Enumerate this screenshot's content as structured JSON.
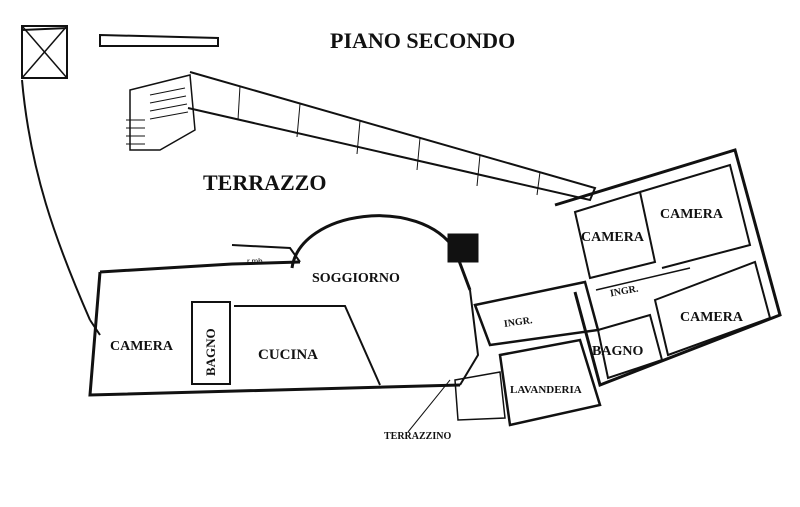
{
  "title": "PIANO SECONDO",
  "rooms": {
    "terrazzo": "TERRAZZO",
    "soggiorno": "SOGGIORNO",
    "camera_west": "CAMERA",
    "bagno_west": "BAGNO",
    "cucina": "CUCINA",
    "lavanderia": "LAVANDERIA",
    "terrazzino": "TERRAZZINO",
    "camera_north": "CAMERA",
    "camera_northeast": "CAMERA",
    "camera_east": "CAMERA",
    "bagno_east": "BAGNO",
    "ingresso_1": "INGR.",
    "ingresso_2": "INGR.",
    "small_note": "r.mb."
  },
  "colors": {
    "line": "#111111",
    "background": "#ffffff"
  }
}
